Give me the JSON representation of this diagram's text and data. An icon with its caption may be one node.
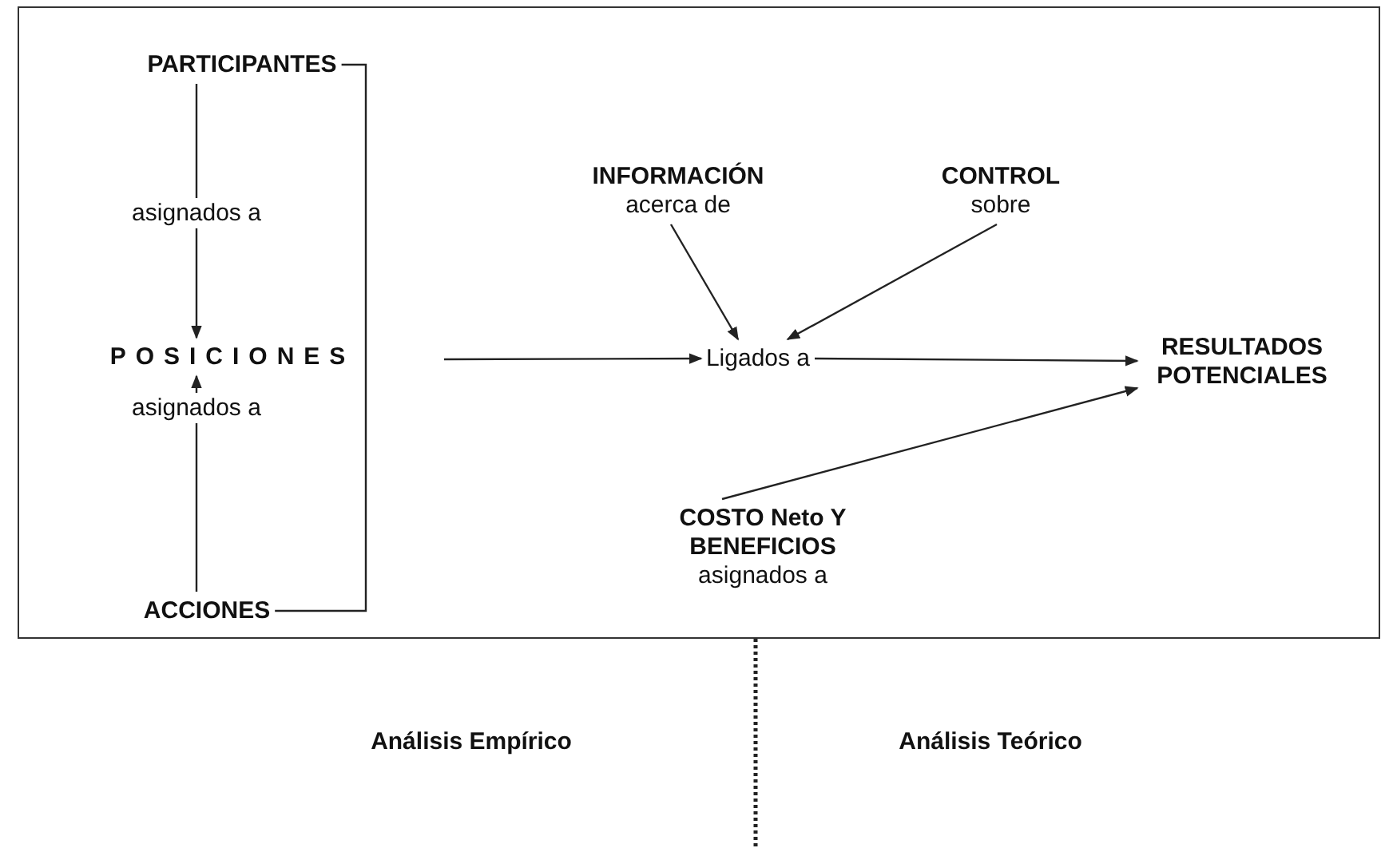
{
  "diagram": {
    "nodes": [
      {
        "text": [],
        "shape": "box"
      },
      {
        "text": [
          "PARTICIPANTES"
        ],
        "in": 0
      },
      {
        "text": [
          "POSICIONES"
        ],
        "in": 0
      },
      {
        "text": [
          "ACCIONES"
        ],
        "in": 0
      },
      {
        "text": [
          "INFORMACIÓN",
          "acerca de"
        ],
        "in": 0
      },
      {
        "text": [
          "CONTROL",
          "sobre"
        ],
        "in": 0
      },
      {
        "text": [
          "Ligados a"
        ],
        "in": 0
      },
      {
        "text": [
          "RESULTADOS POTENCIALES"
        ],
        "in": 0
      },
      {
        "text": [
          "COSTO Neto Y BENEFICIOS",
          "asignados a"
        ],
        "in": 0
      }
    ],
    "edges": [
      {
        "from": 1,
        "to": 2,
        "arrow": "to",
        "label": "asignados a"
      },
      {
        "from": 3,
        "to": 2,
        "arrow": "to",
        "label": "asignados a"
      },
      {
        "from": 1,
        "to": 3,
        "arrow": "none"
      },
      {
        "from": null,
        "to": 6,
        "arrow": "to"
      },
      {
        "from": 4,
        "to": 6,
        "arrow": "to"
      },
      {
        "from": 5,
        "to": 6,
        "arrow": "to"
      },
      {
        "from": 6,
        "to": 7,
        "arrow": "to"
      },
      {
        "from": 8,
        "to": 7,
        "arrow": "to"
      }
    ],
    "labels": [
      "Análisis Empírico",
      "Análisis Teórico"
    ]
  }
}
